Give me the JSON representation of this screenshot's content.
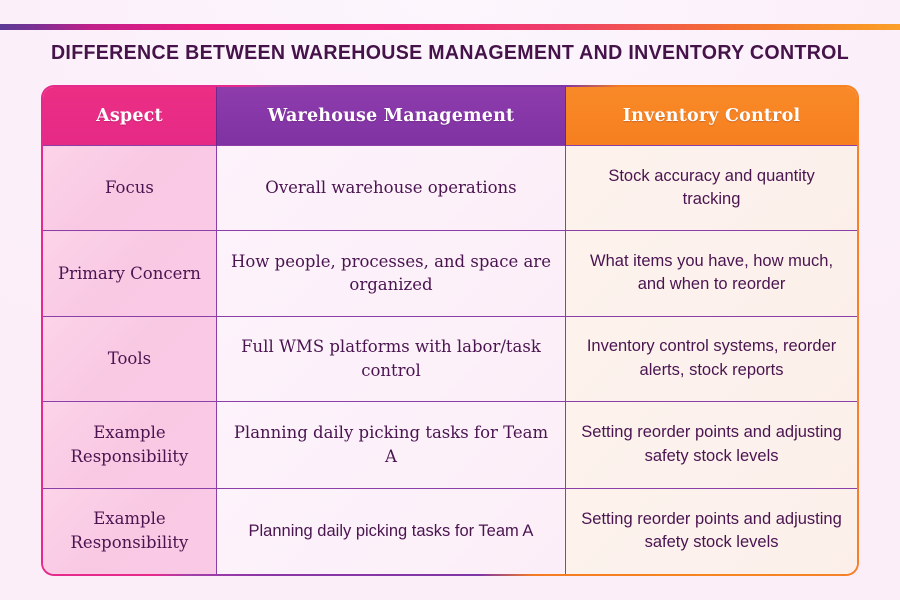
{
  "page": {
    "background_color": "#fbf0fa",
    "title": "DIFFERENCE BETWEEN WAREHOUSE MANAGEMENT AND INVENTORY CONTROL",
    "title_color": "#451349"
  },
  "accent_bar": {
    "name": "top-gradient-bar",
    "from_color": "#5b3a96",
    "mid_color": "#ec1c7f",
    "to_color": "#fb9f2a"
  },
  "table": {
    "border_gradient_from": "#e52a8c",
    "border_gradient_mid": "#7e35a5",
    "border_gradient_to": "#f7851f",
    "grid_line_color": "#8c3fa6",
    "headers": [
      {
        "label": "Aspect",
        "bg_color": "#e52a86"
      },
      {
        "label": "Warehouse Management",
        "bg_color": "#7f32a3"
      },
      {
        "label": "Inventory Control",
        "bg_color": "#f67f1f"
      }
    ],
    "rows": [
      {
        "aspect": "Focus",
        "aspect_font": "serif",
        "warehouse_management": "Overall warehouse operations",
        "wm_font": "serif",
        "inventory_control": "Stock accuracy and quantity tracking",
        "ic_font": "sans"
      },
      {
        "aspect": "Primary Concern",
        "aspect_font": "serif",
        "warehouse_management": "How people, processes, and space are organized",
        "wm_font": "serif",
        "inventory_control": "What items you have, how much, and when to reorder",
        "ic_font": "sans"
      },
      {
        "aspect": "Tools",
        "aspect_font": "serif",
        "warehouse_management": "Full WMS platforms with labor/task control",
        "wm_font": "serif",
        "inventory_control": "Inventory control systems, reorder alerts, stock reports",
        "ic_font": "sans"
      },
      {
        "aspect": "Example Responsibility",
        "aspect_font": "serif",
        "warehouse_management": "Planning daily picking tasks for Team A",
        "wm_font": "serif",
        "inventory_control": "Setting reorder points and adjusting safety stock levels",
        "ic_font": "sans"
      },
      {
        "aspect": "Example Responsibility",
        "aspect_font": "serif",
        "warehouse_management": "Planning daily picking tasks for Team A",
        "wm_font": "sans",
        "inventory_control": "Setting reorder points and adjusting safety stock levels",
        "ic_font": "sans"
      }
    ]
  }
}
